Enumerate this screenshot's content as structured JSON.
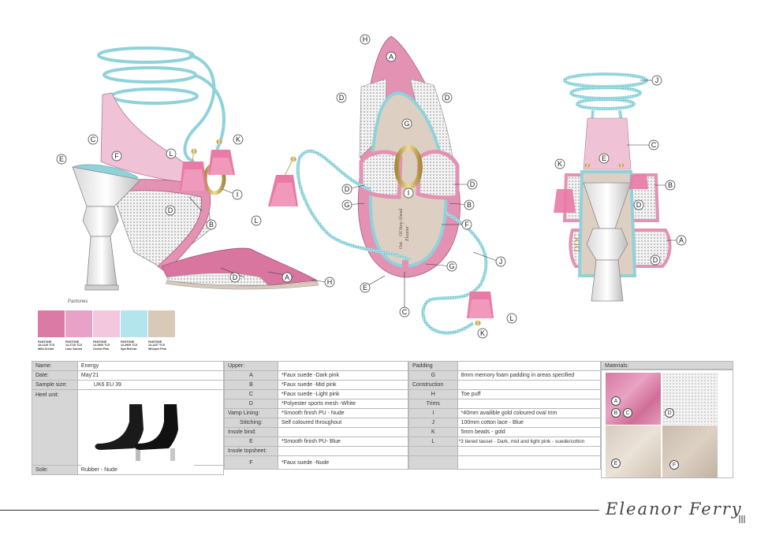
{
  "callouts": {
    "a": "A",
    "b": "B",
    "c": "C",
    "d": "D",
    "e": "E",
    "f": "F",
    "g": "G",
    "h": "H",
    "i": "I",
    "j": "J",
    "k": "K",
    "l": "L"
  },
  "insole_print": {
    "line1": "Out",
    "line2": "Of Step Ahead",
    "line3": "Eleanor"
  },
  "logo_text": "DDC",
  "pantones": {
    "title": "Pantones",
    "swatches": [
      {
        "color": "#db7aa4",
        "line1": "PANTONE",
        "line2": "18-2120 TCX",
        "line3": "Wild Orchid"
      },
      {
        "color": "#e8a2c8",
        "line1": "PANTONE",
        "line2": "14-2710 TCX",
        "line3": "Lilac Sachet"
      },
      {
        "color": "#f3c7de",
        "line1": "PANTONE",
        "line2": "12-2906 TCX",
        "line3": "Orchid Pink"
      },
      {
        "color": "#b3e6ec",
        "line1": "PANTONE",
        "line2": "13-4909 TCX",
        "line3": "Spa Retreat"
      },
      {
        "color": "#d9c9b9",
        "line1": "PANTONE",
        "line2": "13-1107 TCX",
        "line3": "Whisper Pink"
      }
    ]
  },
  "spec_left": {
    "rows": [
      {
        "label": "Name:",
        "value": "Energy"
      },
      {
        "label": "Date:",
        "value": "May'21"
      },
      {
        "label": "Sample size:",
        "value": "UK6 EU 39"
      },
      {
        "label": "Heel unit:",
        "value": ""
      },
      {
        "label": "Sole:",
        "value": "Rubber - Nude"
      }
    ]
  },
  "spec_mid": {
    "rows": [
      {
        "label": "Upper:",
        "value": ""
      },
      {
        "label": "A",
        "value": "*Faux suede -Dark pink"
      },
      {
        "label": "B",
        "value": "*Faux suede -Mid pink"
      },
      {
        "label": "C",
        "value": "*Faux suede -Light pink"
      },
      {
        "label": "D",
        "value": "*Polyester sports mesh  -White"
      },
      {
        "label": "Vamp Lining:",
        "value": "*Smooth finish PU - Nude"
      },
      {
        "label": "Stitching:",
        "value": "Self coloured throughout"
      },
      {
        "label": "Insole bind:",
        "value": ""
      },
      {
        "label": "E",
        "value": "*Smooth finish PU- Blue"
      },
      {
        "label": "Insole topsheet:",
        "value": ""
      },
      {
        "label": "F",
        "value": "*Faux suede -Nude"
      }
    ]
  },
  "spec_right": {
    "rows": [
      {
        "label": "Padding",
        "value": ""
      },
      {
        "label": "G",
        "value": "8mm memory foam padding in areas specified"
      },
      {
        "label": "Construction",
        "value": ""
      },
      {
        "label": "H",
        "value": "Toe puff"
      },
      {
        "label": "Trims",
        "value": ""
      },
      {
        "label": "I",
        "value": "*40mm availible gold coloured oval trim"
      },
      {
        "label": "J",
        "value": "100mm cotton lace - Blue"
      },
      {
        "label": "K",
        "value": "5mm beads - gold"
      },
      {
        "label": "L",
        "value": "*3 tiered tassel - Dark, mid and light pink - suede/cotton"
      },
      {
        "label": "",
        "value": ""
      },
      {
        "label": "",
        "value": ""
      }
    ]
  },
  "materials": {
    "title": "Materials:",
    "tags": [
      "A",
      "B",
      "C",
      "D",
      "E",
      "F"
    ]
  },
  "signature": "Eleanor Ferry"
}
